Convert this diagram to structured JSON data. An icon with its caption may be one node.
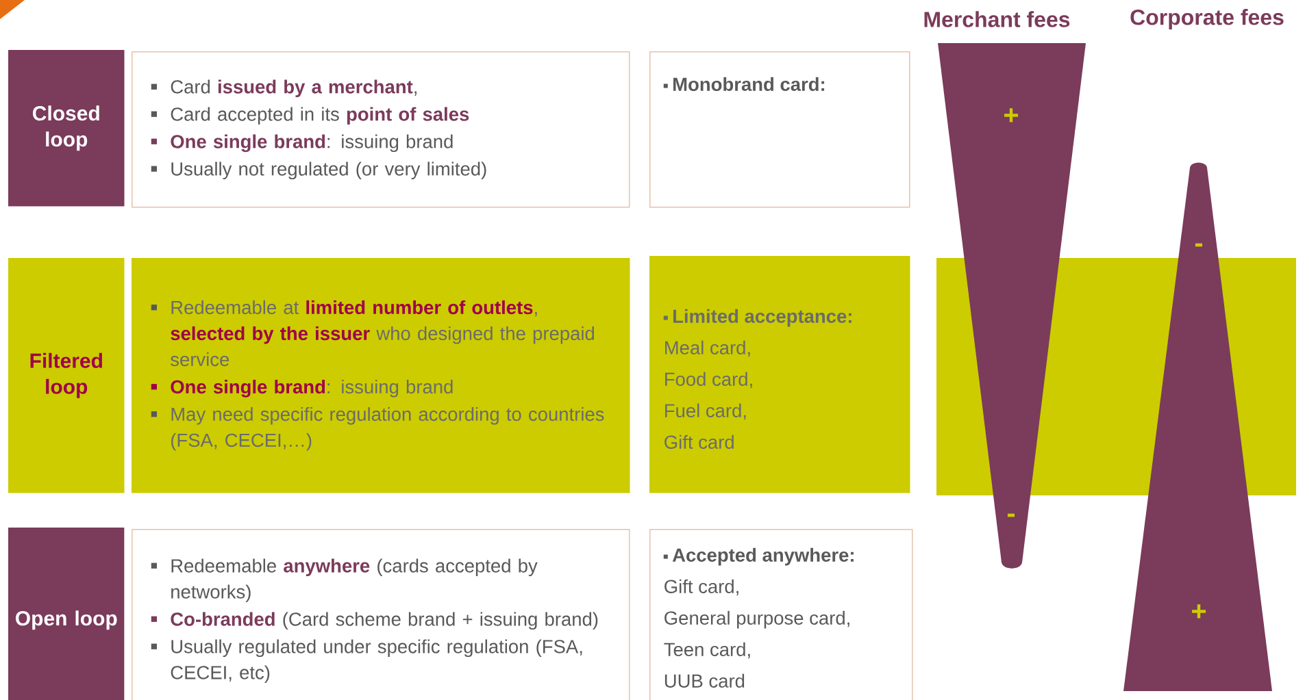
{
  "diagram": {
    "nodes": [
      {
        "text": [
          "Closed loop"
        ]
      },
      {
        "text": [
          "Card **issued by a merchant**,",
          "Card accepted in its **point of sales**",
          "**One single brand**: issuing brand",
          "Usually not regulated (or very limited)"
        ]
      },
      {
        "text": [
          "Monobrand card:"
        ]
      },
      {
        "text": [
          "Filtered loop"
        ]
      },
      {
        "text": [
          "Redeemable at **limited number of outlets**, **selected by the issuer** who designed the prepaid service",
          "**One single brand**: issuing brand",
          "May need specific regulation according to countries (FSA, CECEI,…)"
        ]
      },
      {
        "text": [
          "Limited acceptance:",
          "Meal card,",
          "Food card,",
          "Fuel card,",
          "Gift card"
        ]
      },
      {
        "text": [
          "Open loop"
        ]
      },
      {
        "text": [
          "Redeemable **anywhere** (cards accepted by networks)",
          "**Co-branded** (Card scheme brand + issuing brand)",
          "Usually regulated under specific regulation (FSA, CECEI, etc)"
        ]
      },
      {
        "text": [
          "Accepted anywhere:",
          "Gift  card,",
          "General purpose card,",
          "Teen card,",
          "UUB card"
        ]
      },
      {
        "text": [
          "+",
          "-"
        ]
      },
      {
        "text": [
          "-",
          "+"
        ]
      }
    ],
    "labels": [
      "Merchant fees",
      "Corporate fees"
    ]
  }
}
